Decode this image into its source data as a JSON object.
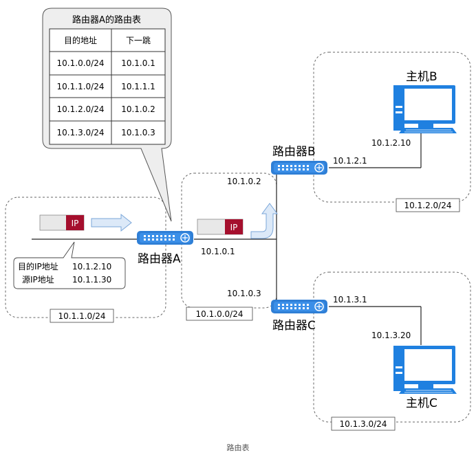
{
  "colors": {
    "router": "#2f7fd6",
    "host": "#1f80e0",
    "ip_tag": "#a50f2d",
    "arrow_fill": "#dce9f8",
    "arrow_stroke": "#7aa6d9",
    "dashed": "#666666"
  },
  "routing_table": {
    "title": "路由器A的路由表",
    "headers": [
      "目的地址",
      "下一跳"
    ],
    "rows": [
      [
        "10.1.0.0/24",
        "10.1.0.1"
      ],
      [
        "10.1.1.0/24",
        "10.1.1.1"
      ],
      [
        "10.1.2.0/24",
        "10.1.0.2"
      ],
      [
        "10.1.3.0/24",
        "10.1.0.3"
      ]
    ]
  },
  "routers": {
    "a": {
      "label": "路由器A",
      "iface": "10.1.0.1"
    },
    "b": {
      "label": "路由器B",
      "iface_lan": "10.1.0.2",
      "iface_host": "10.1.2.1"
    },
    "c": {
      "label": "路由器C",
      "iface_lan": "10.1.0.3",
      "iface_host": "10.1.3.1"
    }
  },
  "hosts": {
    "b": {
      "label": "主机B",
      "ip": "10.1.2.10"
    },
    "c": {
      "label": "主机C",
      "ip": "10.1.3.20"
    }
  },
  "packets": {
    "tag": "IP",
    "note": {
      "dst_label": "目的IP地址",
      "dst_value": "10.1.2.10",
      "src_label": "源IP地址",
      "src_value": "10.1.1.30"
    }
  },
  "networks": {
    "left": "10.1.1.0/24",
    "middle": "10.1.0.0/24",
    "top_right": "10.1.2.0/24",
    "bottom_right": "10.1.3.0/24"
  },
  "caption": "路由表"
}
